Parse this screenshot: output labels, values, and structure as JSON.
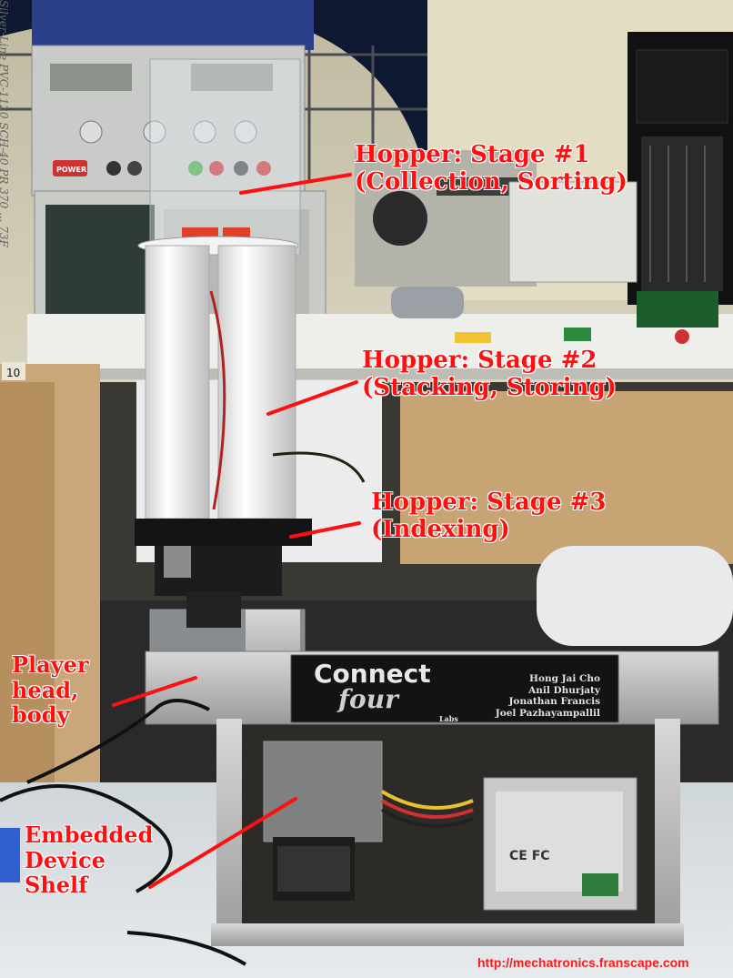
{
  "annotations": {
    "stage1": {
      "line1": "Hopper: Stage #1",
      "line2": "(Collection, Sorting)"
    },
    "stage2": {
      "line1": "Hopper: Stage #2",
      "line2": "(Stacking, Storing)"
    },
    "stage3": {
      "line1": "Hopper: Stage #3",
      "line2": "(Indexing)"
    },
    "player": {
      "line1": "Player",
      "line2": "head,",
      "line3": "body"
    },
    "shelf": {
      "line1": "Embedded",
      "line2": "Device",
      "line3": "Shelf"
    }
  },
  "nameplate": {
    "title": "Connect",
    "subtitle": "four",
    "mark": "Labs",
    "names": [
      "Hong Jai Cho",
      "Anil Dhurjaty",
      "Jonathan Francis",
      "Joel Pazhayampallil"
    ]
  },
  "equipment": {
    "power_button": "POWER",
    "bench_tag": "10",
    "pvc_print": "Silver-Line  PVC-1120 SCH-40 PR 370 ... 73F",
    "psu_marks": "CE  FC"
  },
  "watermark": "http://mechatronics.franscape.com",
  "colors": {
    "annotation": "#ff0f0f",
    "outline": "#ffffff"
  }
}
